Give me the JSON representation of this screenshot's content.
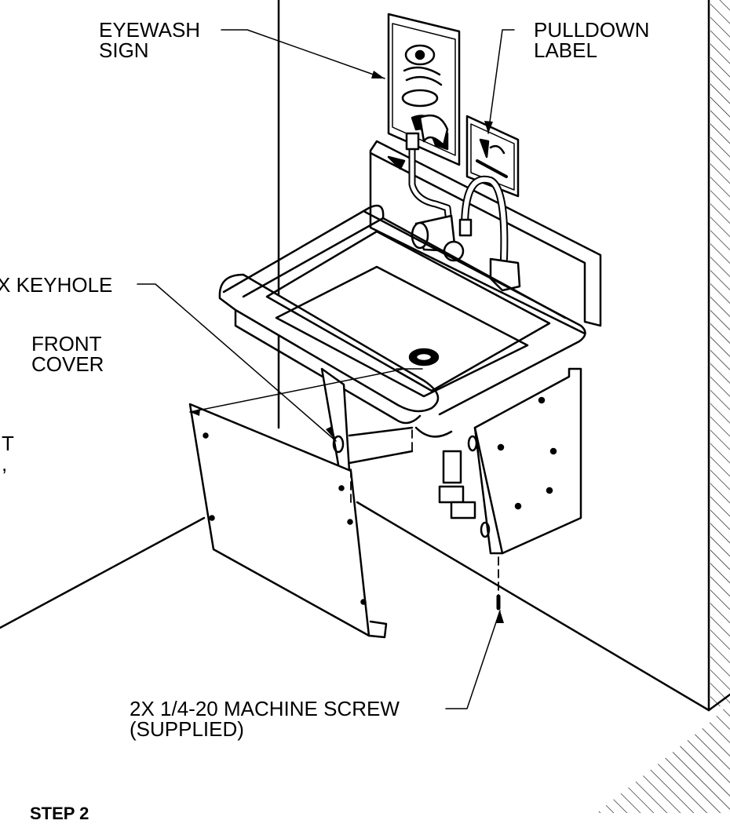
{
  "labels": {
    "eyewash_sign": [
      "EYEWASH",
      "SIGN"
    ],
    "pulldown_label": [
      "PULLDOWN",
      "LABEL"
    ],
    "keyhole": "X KEYHOLE",
    "front_cover": [
      "FRONT",
      "COVER"
    ],
    "cut_off_left": [
      "T",
      ","
    ],
    "machine_screw": [
      "2X 1/4-20 MACHINE SCREW",
      "(SUPPLIED)"
    ],
    "step": "STEP 2"
  },
  "colors": {
    "ink": "#000000",
    "paper": "#ffffff"
  }
}
